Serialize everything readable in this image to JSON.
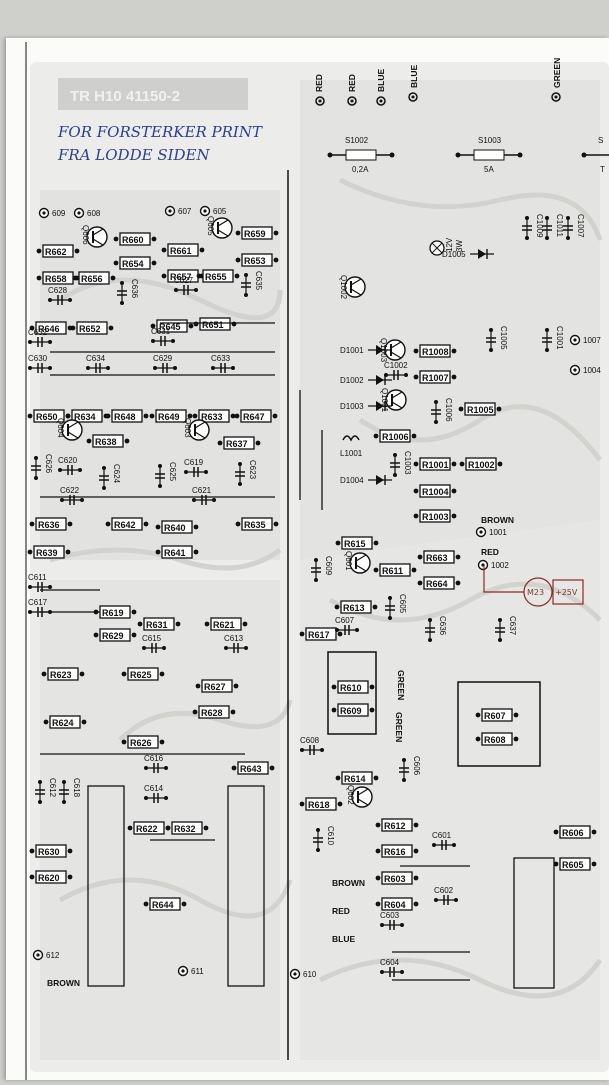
{
  "header": {
    "stamp": "TR H10   41150-2"
  },
  "handwritten": {
    "line1": "FOR FORSTERKER PRINT",
    "line2": "FRA LODDE SIDEN",
    "tag": "M23",
    "tag_value": "+25V"
  },
  "top_wires": [
    "RED",
    "RED",
    "BLUE",
    "BLUE",
    "GREEN"
  ],
  "fuses": [
    {
      "ref": "S1002",
      "value": "0,2A"
    },
    {
      "ref": "S1003",
      "value": "5A"
    },
    {
      "ref": "S",
      "value": "T"
    }
  ],
  "lamp": {
    "voltage": "12V",
    "power": "3W"
  },
  "resistors": [
    "R662",
    "R656",
    "R658",
    "R660",
    "R654",
    "R661",
    "R657",
    "R655",
    "R659",
    "R653",
    "R646",
    "R652",
    "R645",
    "R651",
    "R650",
    "R634",
    "R648",
    "R638",
    "R649",
    "R633",
    "R647",
    "R637",
    "R636",
    "R642",
    "R640",
    "R635",
    "R639",
    "R641",
    "R619",
    "R629",
    "R631",
    "R621",
    "R623",
    "R625",
    "R627",
    "R628",
    "R624",
    "R626",
    "R643",
    "R622",
    "R632",
    "R630",
    "R620",
    "R644",
    "R615",
    "R611",
    "R613",
    "R617",
    "R610",
    "R609",
    "R614",
    "R618",
    "R612",
    "R616",
    "R603",
    "R604",
    "R1008",
    "R1007",
    "R1005",
    "R1006",
    "R1001",
    "R1004",
    "R1003",
    "R1002",
    "R663",
    "R664",
    "R607",
    "R608",
    "R606",
    "R605"
  ],
  "capacitors": [
    "C628",
    "C636",
    "C627",
    "C635",
    "C632",
    "C634",
    "C631",
    "C633",
    "C630",
    "C629",
    "C626",
    "C620",
    "C624",
    "C625",
    "C619",
    "C623",
    "C622",
    "C621",
    "C611",
    "C617",
    "C615",
    "C613",
    "C616",
    "C614",
    "C612",
    "C618",
    "C609",
    "C607",
    "C605",
    "C636",
    "C637",
    "C608",
    "C606",
    "C610",
    "C601",
    "C602",
    "C603",
    "C604",
    "C1009",
    "C1011",
    "C1007",
    "C1005",
    "C1001",
    "C1002",
    "C1006",
    "C1003"
  ],
  "transistors": [
    "Q606",
    "Q605",
    "Q604",
    "Q603",
    "Q1002",
    "Q1003",
    "Q1001",
    "Q601",
    "Q602"
  ],
  "diodes": [
    "D1005",
    "D1001",
    "D1002",
    "D1003",
    "D1004"
  ],
  "inductor": "L1001",
  "pads": [
    {
      "ref": "609"
    },
    {
      "ref": "608"
    },
    {
      "ref": "607"
    },
    {
      "ref": "605"
    },
    {
      "ref": "1007"
    },
    {
      "ref": "1004"
    },
    {
      "ref": "1001"
    },
    {
      "ref": "1002"
    },
    {
      "ref": "612"
    },
    {
      "ref": "611"
    },
    {
      "ref": "610"
    }
  ],
  "wire_labels": {
    "brown_1001": "BROWN",
    "red_1002": "RED",
    "green_a": "GREEN",
    "green_b": "GREEN",
    "brown_b": "BROWN",
    "red_b": "RED",
    "blue_b": "BLUE",
    "brown_612": "BROWN"
  },
  "colors": {
    "paper": "#fbfbf9",
    "trace": "#d9dad7",
    "ink": "#111111",
    "handwriting": "#2d3f8f",
    "annotation": "#8a2b1f"
  }
}
